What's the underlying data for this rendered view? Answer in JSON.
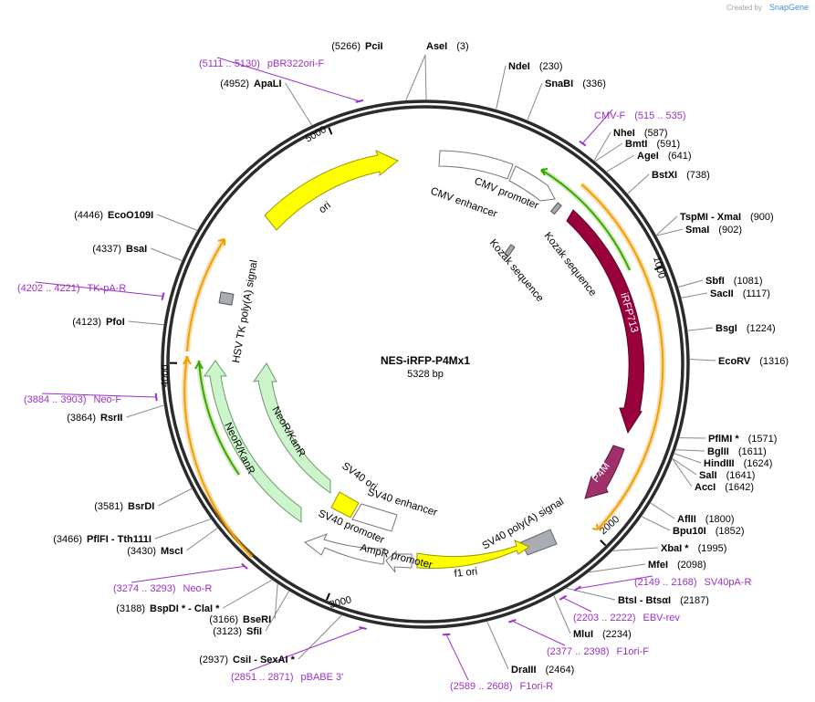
{
  "credit": {
    "prefix": "Created by",
    "brand": "SnapGene"
  },
  "plasmid": {
    "name": "NES-iRFP-P4Mx1",
    "size_label": "5328 bp",
    "length": 5328
  },
  "ticks": [
    {
      "pos": 1000,
      "label": "1000"
    },
    {
      "pos": 2000,
      "label": "2000"
    },
    {
      "pos": 3000,
      "label": "3000"
    },
    {
      "pos": 4000,
      "label": "4000"
    },
    {
      "pos": 5000,
      "label": "5000"
    }
  ],
  "sites": [
    {
      "name": "PciI",
      "pos": "(5266)",
      "side": "L",
      "bp": 5266
    },
    {
      "name": "AseI",
      "pos": "(3)",
      "side": "R",
      "bp": 3
    },
    {
      "name": "NdeI",
      "pos": "(230)",
      "side": "R",
      "bp": 230
    },
    {
      "name": "SnaBI",
      "pos": "(336)",
      "side": "R",
      "bp": 336
    },
    {
      "name": "NheI",
      "pos": "(587)",
      "side": "R",
      "bp": 587
    },
    {
      "name": "BmtI",
      "pos": "(591)",
      "side": "R",
      "bp": 591
    },
    {
      "name": "AgeI",
      "pos": "(641)",
      "side": "R",
      "bp": 641
    },
    {
      "name": "BstXI",
      "pos": "(738)",
      "side": "R",
      "bp": 738
    },
    {
      "name": "TspMI  - XmaI",
      "pos": "(900)",
      "side": "R",
      "bp": 900
    },
    {
      "name": "SmaI",
      "pos": "(902)",
      "side": "R",
      "bp": 902
    },
    {
      "name": "SbfI",
      "pos": "(1081)",
      "side": "R",
      "bp": 1081
    },
    {
      "name": "SacII",
      "pos": "(1117)",
      "side": "R",
      "bp": 1117
    },
    {
      "name": "BsgI",
      "pos": "(1224)",
      "side": "R",
      "bp": 1224
    },
    {
      "name": "EcoRV",
      "pos": "(1316)",
      "side": "R",
      "bp": 1316
    },
    {
      "name": "PflMI *",
      "pos": "(1571)",
      "side": "R",
      "bp": 1571
    },
    {
      "name": "BglII",
      "pos": "(1611)",
      "side": "R",
      "bp": 1611
    },
    {
      "name": "HindIII",
      "pos": "(1624)",
      "side": "R",
      "bp": 1624
    },
    {
      "name": "SalI",
      "pos": "(1641)",
      "side": "R",
      "bp": 1641
    },
    {
      "name": "AccI",
      "pos": "(1642)",
      "side": "R",
      "bp": 1642
    },
    {
      "name": "AflII",
      "pos": "(1800)",
      "side": "R",
      "bp": 1800
    },
    {
      "name": "Bpu10I",
      "pos": "(1852)",
      "side": "R",
      "bp": 1852
    },
    {
      "name": "XbaI *",
      "pos": "(1995)",
      "side": "R",
      "bp": 1995
    },
    {
      "name": "MfeI",
      "pos": "(2098)",
      "side": "R",
      "bp": 2098
    },
    {
      "name": "BtsI  - BtsαI",
      "pos": "(2187)",
      "side": "R",
      "bp": 2187
    },
    {
      "name": "MluI",
      "pos": "(2234)",
      "side": "R",
      "bp": 2234
    },
    {
      "name": "DraIII",
      "pos": "(2464)",
      "side": "R",
      "bp": 2464
    },
    {
      "name": "CsiI  - SexAI *",
      "pos": "(2937)",
      "side": "L",
      "bp": 2937
    },
    {
      "name": "SfiI",
      "pos": "(3123)",
      "side": "L",
      "bp": 3123
    },
    {
      "name": "BseRI",
      "pos": "(3166)",
      "side": "L",
      "bp": 3166
    },
    {
      "name": "BspDI *  - ClaI *",
      "pos": "(3188)",
      "side": "L",
      "bp": 3188
    },
    {
      "name": "MscI",
      "pos": "(3430)",
      "side": "L",
      "bp": 3430
    },
    {
      "name": "PflFI  - Tth111I",
      "pos": "(3466)",
      "side": "L",
      "bp": 3466
    },
    {
      "name": "BsrDI",
      "pos": "(3581)",
      "side": "L",
      "bp": 3581
    },
    {
      "name": "RsrII",
      "pos": "(3864)",
      "side": "L",
      "bp": 3864
    },
    {
      "name": "PfoI",
      "pos": "(4123)",
      "side": "L",
      "bp": 4123
    },
    {
      "name": "BsaI",
      "pos": "(4337)",
      "side": "L",
      "bp": 4337
    },
    {
      "name": "EcoO109I",
      "pos": "(4446)",
      "side": "L",
      "bp": 4446
    },
    {
      "name": "ApaLI",
      "pos": "(4952)",
      "side": "L",
      "bp": 4952
    }
  ],
  "primers": [
    {
      "name": "pBR322ori-F",
      "range": "(5111 .. 5130)",
      "side": "L",
      "bp": 5120
    },
    {
      "name": "CMV-F",
      "range": "(515 .. 535)",
      "side": "R",
      "bp": 525
    },
    {
      "name": "TK-pA-R",
      "range": "(4202 .. 4221)",
      "side": "L",
      "bp": 4211
    },
    {
      "name": "Neo-F",
      "range": "(3884 .. 3903)",
      "side": "L",
      "bp": 3893
    },
    {
      "name": "Neo-R",
      "range": "(3274 .. 3293)",
      "side": "L",
      "bp": 3283
    },
    {
      "name": "pBABE 3'",
      "range": "(2851 .. 2871)",
      "side": "L",
      "bp": 2861
    },
    {
      "name": "F1ori-R",
      "range": "(2589 .. 2608)",
      "side": "L",
      "bp": 2598
    },
    {
      "name": "F1ori-F",
      "range": "(2377 .. 2398)",
      "side": "L",
      "bp": 2387
    },
    {
      "name": "EBV-rev",
      "range": "(2203 .. 2222)",
      "side": "L",
      "bp": 2212
    },
    {
      "name": "SV40pA-R",
      "range": "(2149 .. 2168)",
      "side": "L",
      "bp": 2158
    }
  ],
  "features": [
    {
      "name": "CMV enhancer",
      "color": "#ffffff",
      "stroke": "#777777"
    },
    {
      "name": "CMV promoter",
      "color": "#ffffff",
      "stroke": "#777777"
    },
    {
      "name": "Kozak sequence",
      "color": "#a9a9a9",
      "stroke": "#555555"
    },
    {
      "name": "Kozak sequence",
      "color": "#a9a9a9",
      "stroke": "#555555"
    },
    {
      "name": "iRFP713",
      "color": "#99003c",
      "stroke": "#5e0025"
    },
    {
      "name": "P4M",
      "color": "#a0306a",
      "stroke": "#601840"
    },
    {
      "name": "SV40 poly(A) signal",
      "color": "#a9adb3",
      "stroke": "#666666"
    },
    {
      "name": "f1 ori",
      "color": "#ffff00",
      "stroke": "#999900"
    },
    {
      "name": "AmpR promoter",
      "color": "#ffffff",
      "stroke": "#777777"
    },
    {
      "name": "SV40 promoter",
      "color": "#ffffff",
      "stroke": "#777777"
    },
    {
      "name": "SV40 ori",
      "color": "#ffff00",
      "stroke": "#999900"
    },
    {
      "name": "SV40 enhancer",
      "color": "#ffffff",
      "stroke": "#777777"
    },
    {
      "name": "NeoR/KanR",
      "color": "#ccf5cc",
      "stroke": "#6a9a6a"
    },
    {
      "name": "NeoR/KanR",
      "color": "#ccf5cc",
      "stroke": "#6a9a6a"
    },
    {
      "name": "HSV TK poly(A) signal",
      "color": "#a9adb3",
      "stroke": "#555555"
    },
    {
      "name": "ori",
      "color": "#ffff00",
      "stroke": "#999900"
    }
  ],
  "colors": {
    "enzyme": "#000000",
    "primer": "#9b30c8",
    "backbone": "#2b2b2b",
    "orf_orange": "#f0a000",
    "orf_green": "#33aa00"
  }
}
